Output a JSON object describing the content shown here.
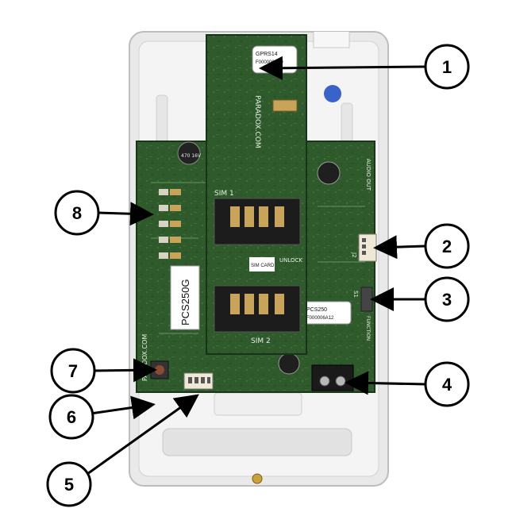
{
  "board": {
    "brand": "PARADOX.COM",
    "side_label": "PARADOX.COM",
    "model_label": "PCS250G",
    "module_label": "GPRS14",
    "module_serial": "F000000C69",
    "sim1_label": "SIM 1",
    "sim2_label": "SIM 2",
    "sim_card_label": "SIM CARD",
    "unlock_label": "UNLOCK",
    "bottom_label": "PCS250",
    "bottom_serial": "F000006A12",
    "function_label": "FUNCTION",
    "audio_label": "AUDIO OUT",
    "capacitor_label": "470 16V",
    "j2_label": "J2",
    "s1_label": "S1"
  },
  "callouts": [
    "1",
    "2",
    "3",
    "4",
    "5",
    "6",
    "7",
    "8"
  ],
  "colors": {
    "pcb": "#2f5a2b",
    "pcb_dark": "#1f3f1d",
    "housing": "#ececec",
    "gold": "#c8a35a",
    "blue_dot": "#3a63c9"
  }
}
